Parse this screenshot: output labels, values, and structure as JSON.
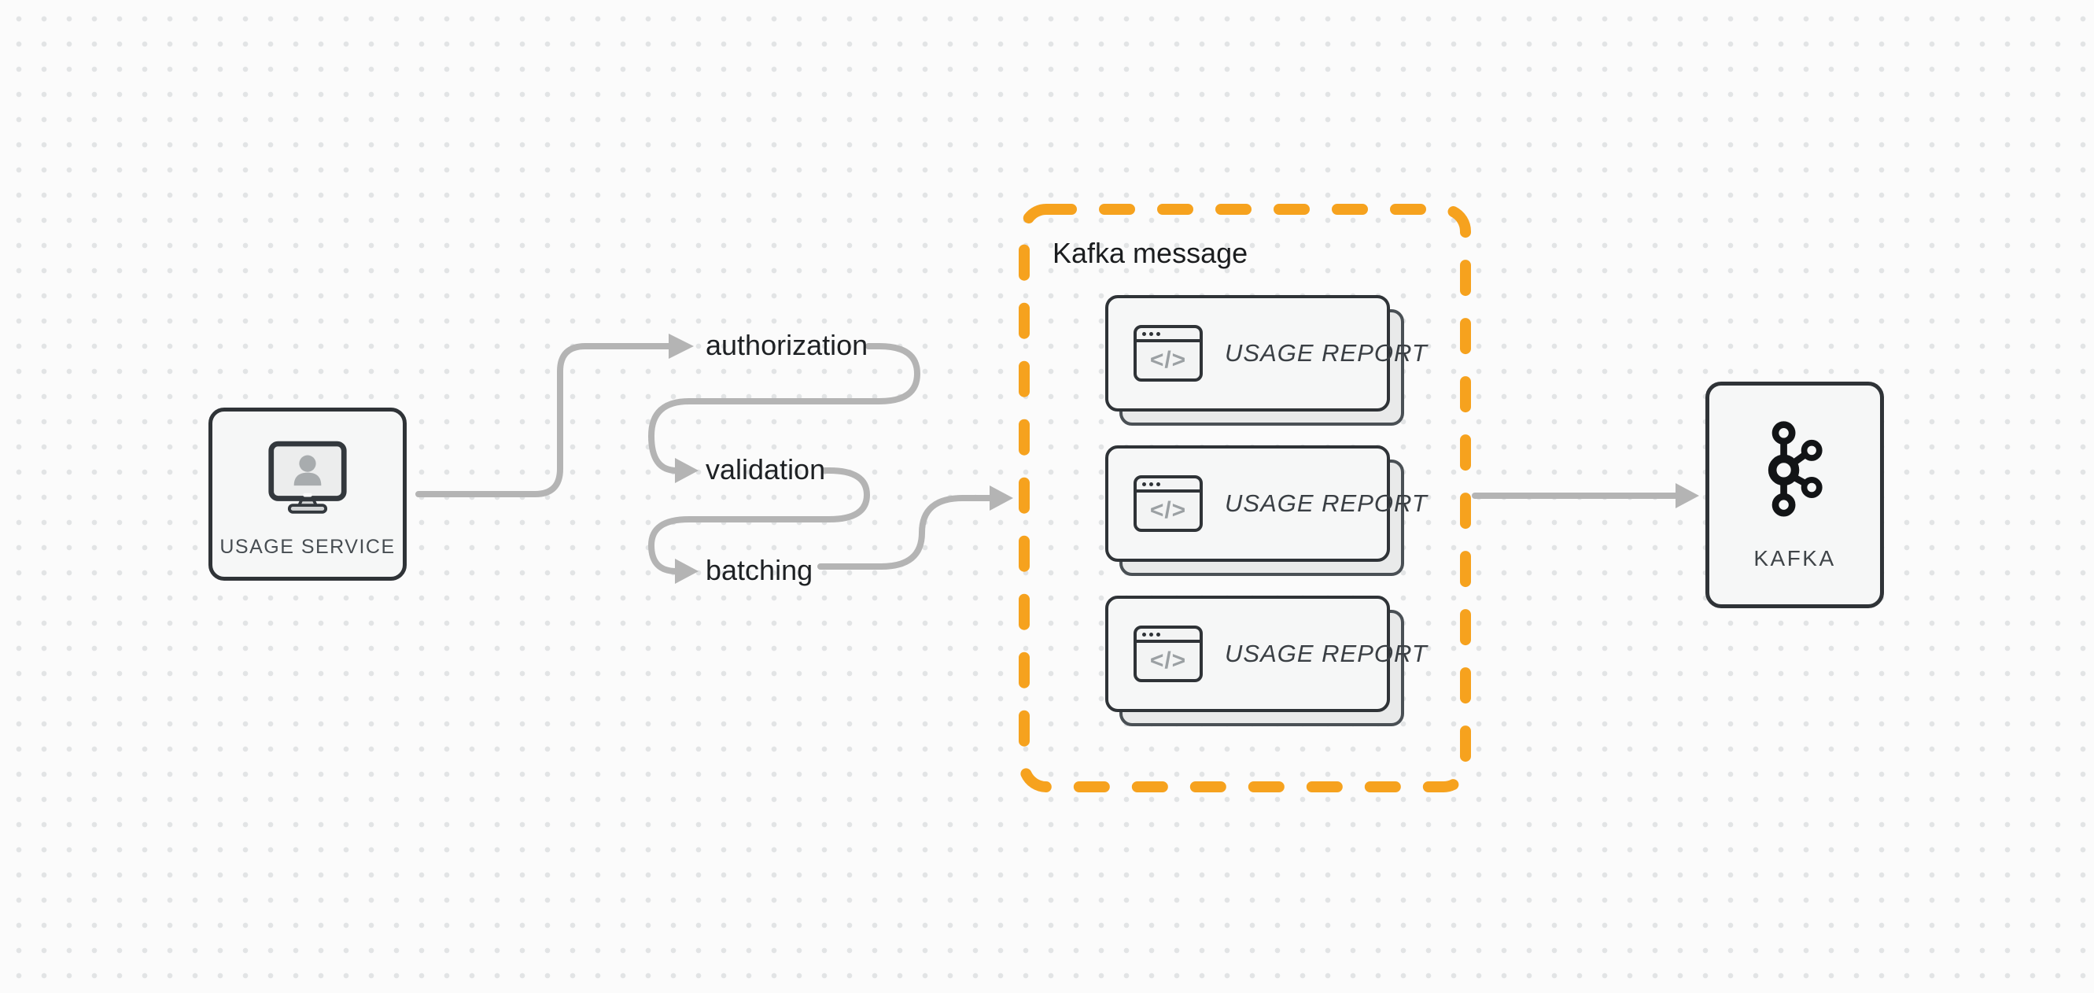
{
  "colors": {
    "accent_orange": "#F6A21E",
    "connector_gray": "#B4B4B4",
    "border_dark": "#2F3337",
    "node_fill": "#F6F7F7",
    "label_dark": "#1E2124"
  },
  "nodes": {
    "usage_service": {
      "label": "USAGE SERVICE",
      "icon": "monitor-user-icon"
    },
    "kafka": {
      "label": "KAFKA",
      "icon": "kafka-logo-icon"
    }
  },
  "flow_steps": [
    {
      "label": "authorization"
    },
    {
      "label": "validation"
    },
    {
      "label": "batching"
    }
  ],
  "kafka_group": {
    "title": "Kafka message",
    "code_glyph": "</>",
    "cards": [
      {
        "label": "USAGE REPORT"
      },
      {
        "label": "USAGE REPORT"
      },
      {
        "label": "USAGE REPORT"
      }
    ]
  }
}
